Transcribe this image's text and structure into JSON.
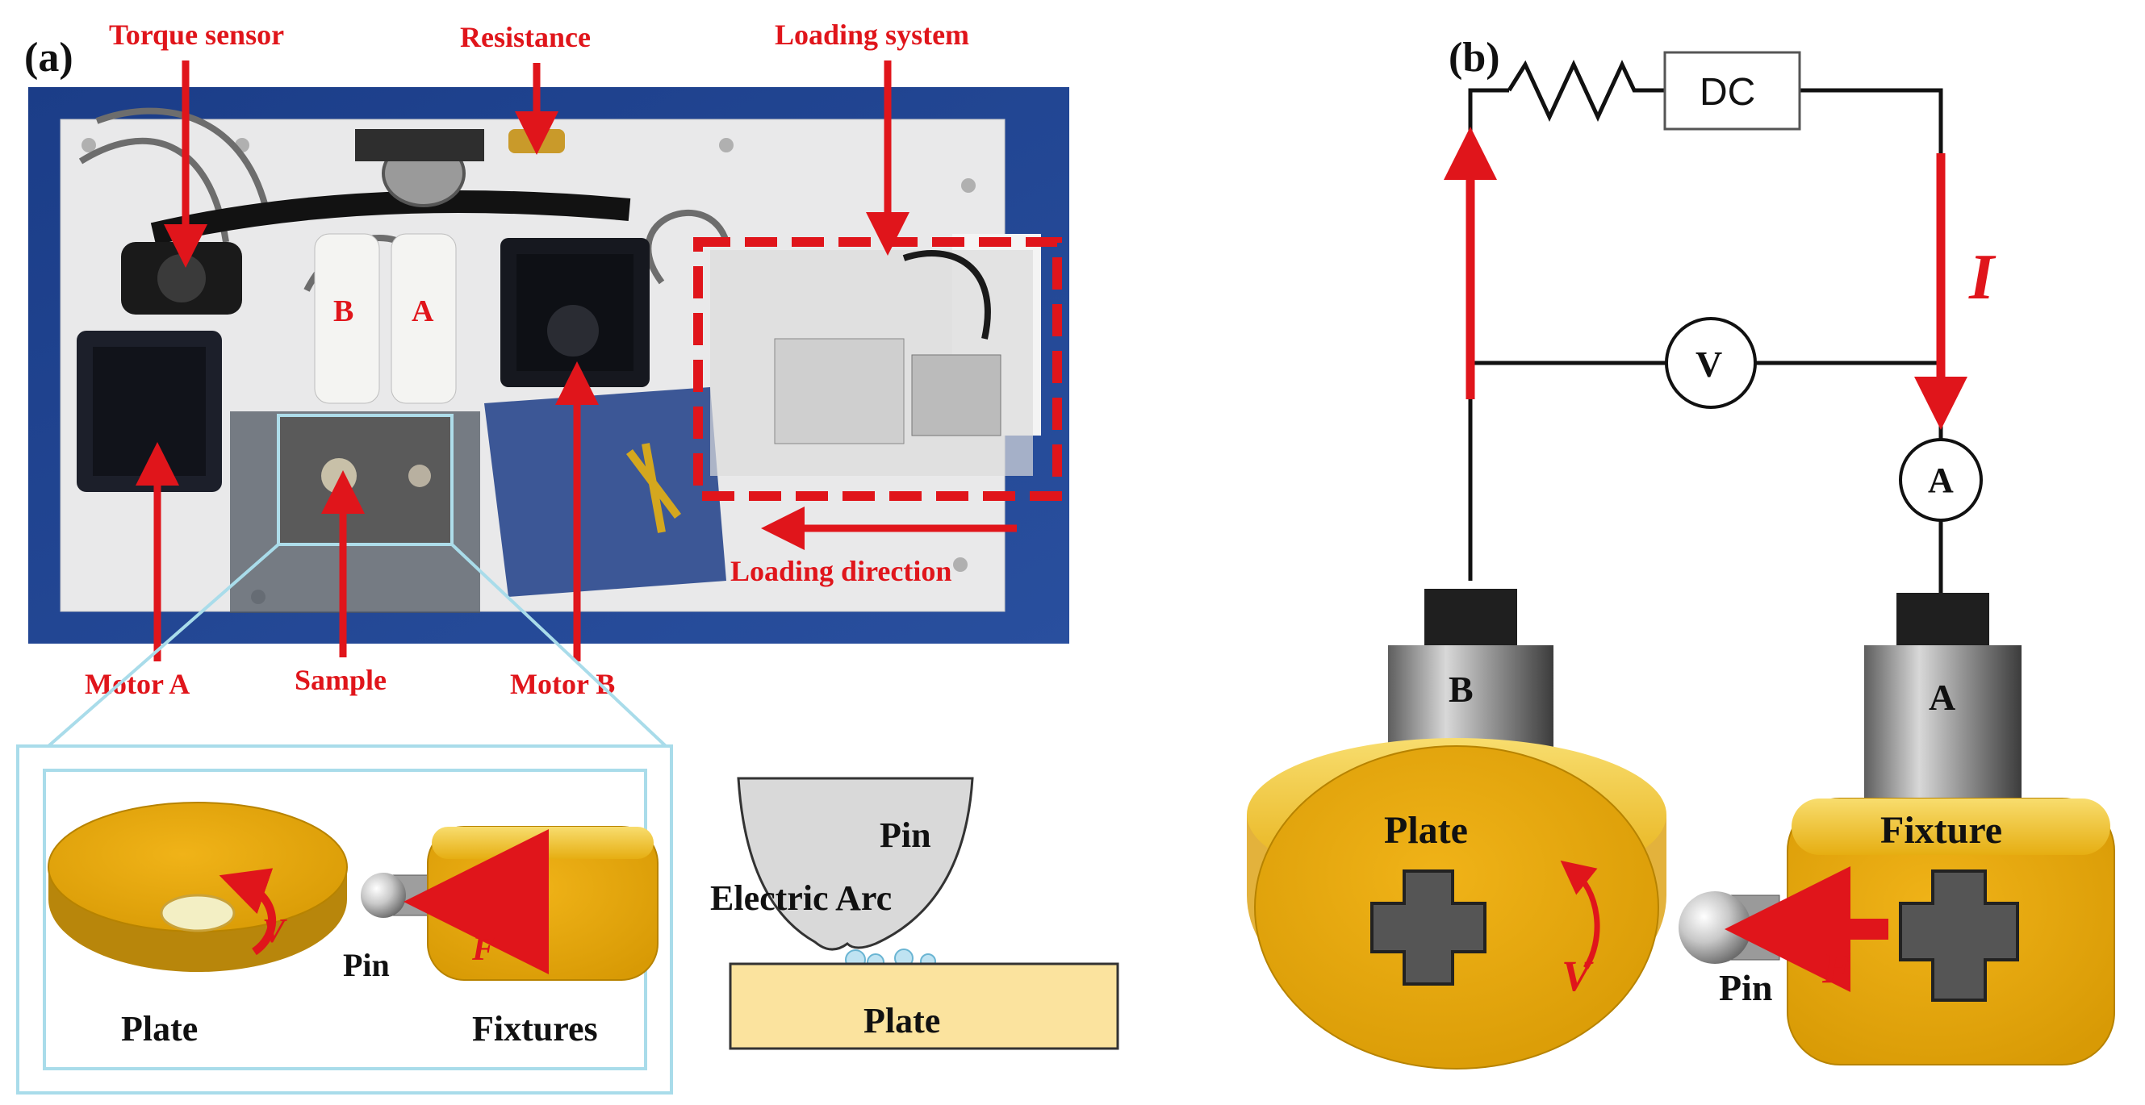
{
  "panel_a": {
    "letter": "(a)",
    "photo_labels": {
      "torque_sensor": "Torque sensor",
      "resistance": "Resistance",
      "loading_system": "Loading system",
      "loading_direction": "Loading direction",
      "motor_a": "Motor A",
      "sample": "Sample",
      "motor_b": "Motor B",
      "spindle_b": "B",
      "spindle_a": "A"
    },
    "inset": {
      "plate": "Plate",
      "fixtures": "Fixtures",
      "pin": "Pin",
      "v": "V",
      "f": "F"
    },
    "contact": {
      "pin": "Pin",
      "electric_arc": "Electric Arc",
      "plate": "Plate"
    }
  },
  "panel_b": {
    "letter": "(b)",
    "dc": "DC",
    "voltmeter": "V",
    "ammeter": "A",
    "current": "I",
    "spindle_b": "B",
    "spindle_a": "A",
    "plate": "Plate",
    "fixture": "Fixture",
    "pin": "Pin",
    "v": "V",
    "f": "F"
  },
  "colors": {
    "red": "#e0151b",
    "gold": "#e3a90e",
    "gold_light": "#f6d35a",
    "inset_border": "#a9dcea"
  }
}
